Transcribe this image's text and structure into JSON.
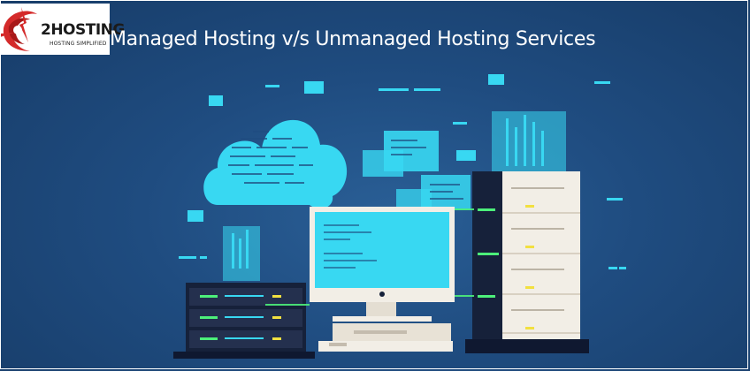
{
  "logo": {
    "name": "2HOSTING",
    "tagline": "HOSTING SIMPLIFIED",
    "icon": "red-globe-swoosh-icon",
    "colors": {
      "red": "#d42a2a",
      "white": "#ffffff",
      "text": "#1b1b1b"
    }
  },
  "banner": {
    "title": "Managed Hosting v/s Unmanaged Hosting Services",
    "colors": {
      "background": "#1f4c80",
      "accent_cyan": "#38d8f2",
      "server_light": "#f2eee6",
      "server_dark": "#16213a",
      "status_green": "#4cf07a",
      "status_yellow": "#f2e040"
    },
    "illustration": {
      "elements": [
        "cloud-icon",
        "monitor-icon",
        "server-rack-left-icon",
        "server-tower-right-icon",
        "keyboard-icon",
        "data-panel-icon"
      ]
    }
  }
}
